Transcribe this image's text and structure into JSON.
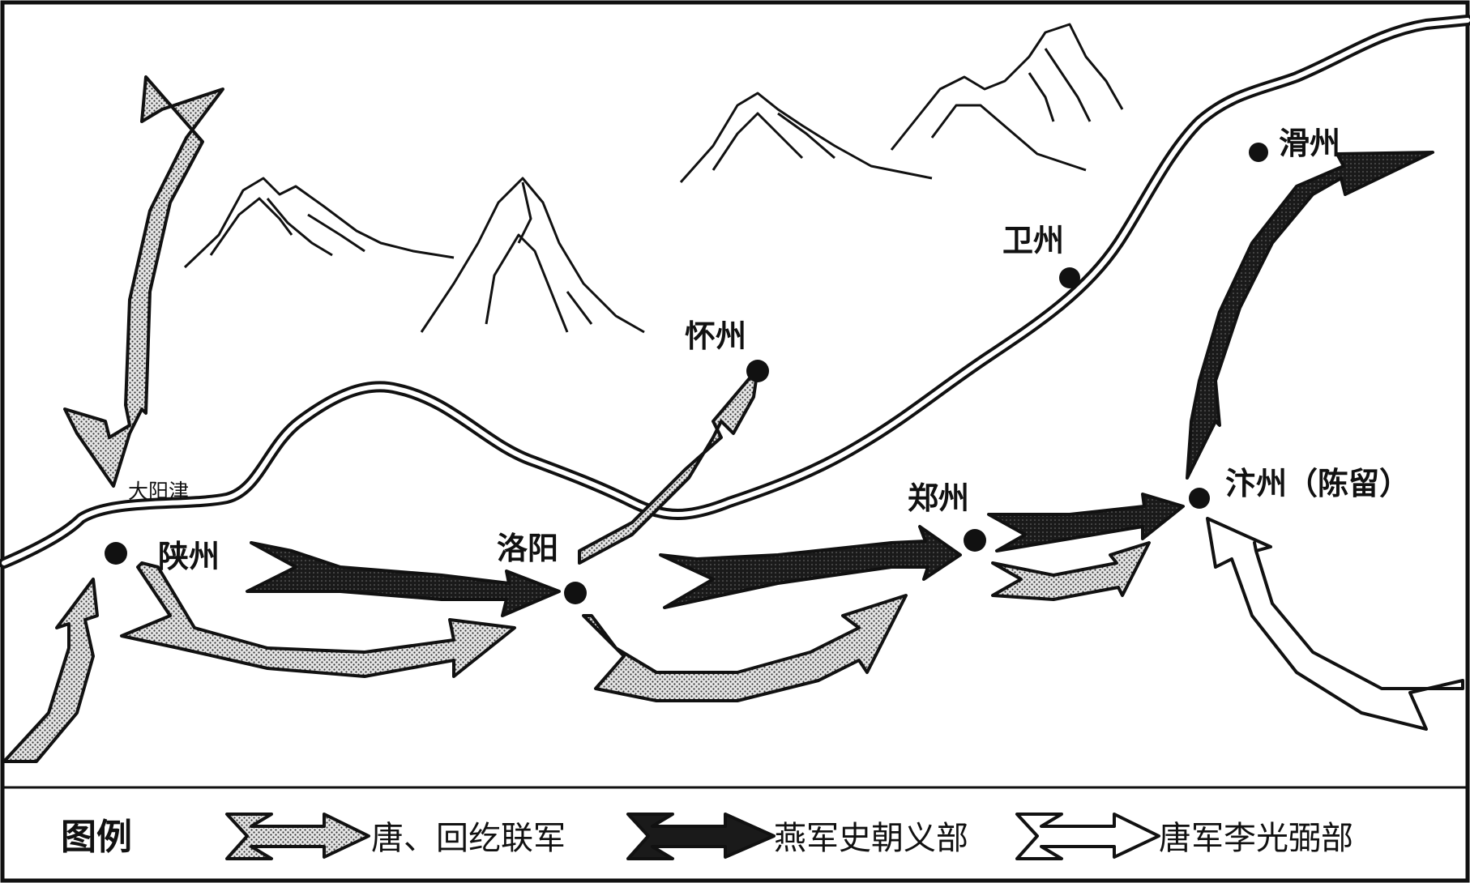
{
  "map": {
    "places": {
      "dayangjin": "大阳津",
      "shanzhou": "陕州",
      "luoyang": "洛阳",
      "huaizhou": "怀州",
      "weizhou": "卫州",
      "huazhou": "滑州",
      "zhengzhou": "郑州",
      "bianzhou": "汴州（陈留）"
    }
  },
  "legend": {
    "title": "图例",
    "items": [
      {
        "label": "唐、回纥联军",
        "style": "dotted"
      },
      {
        "label": "燕军史朝义部",
        "style": "black"
      },
      {
        "label": "唐军李光弼部",
        "style": "white"
      }
    ]
  },
  "colors": {
    "ink": "#111111",
    "paper": "#ffffff",
    "dotted_fill": "#d9d9d9",
    "black_fill": "#1a1a1a",
    "white_fill": "#ffffff"
  }
}
